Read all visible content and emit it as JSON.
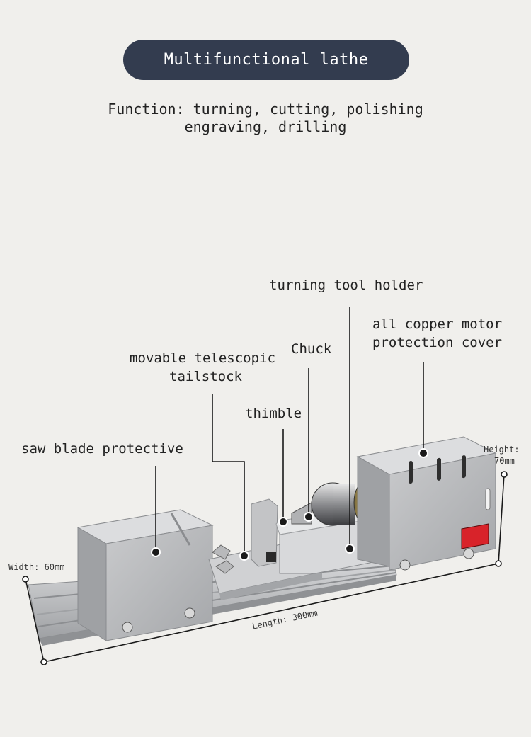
{
  "header": {
    "title": "Multifunctional lathe",
    "function_line1": "Function: turning, cutting, polishing",
    "function_line2": "engraving, drilling"
  },
  "callouts": {
    "turning_tool_holder": "turning tool holder",
    "motor_cover_line1": "all copper motor",
    "motor_cover_line2": "protection cover",
    "chuck": "Chuck",
    "tailstock_line1": "movable telescopic",
    "tailstock_line2": "tailstock",
    "thimble": "thimble",
    "saw_blade": "saw blade protective"
  },
  "dimensions": {
    "width": "Width: 60mm",
    "length": "Length: 300mm",
    "height_line1": "Height:",
    "height_line2": "70mm"
  },
  "colors": {
    "pill_bg": "#333c4f",
    "background": "#f0efec",
    "metal": "#b8b9bb",
    "switch": "#d8232a"
  }
}
